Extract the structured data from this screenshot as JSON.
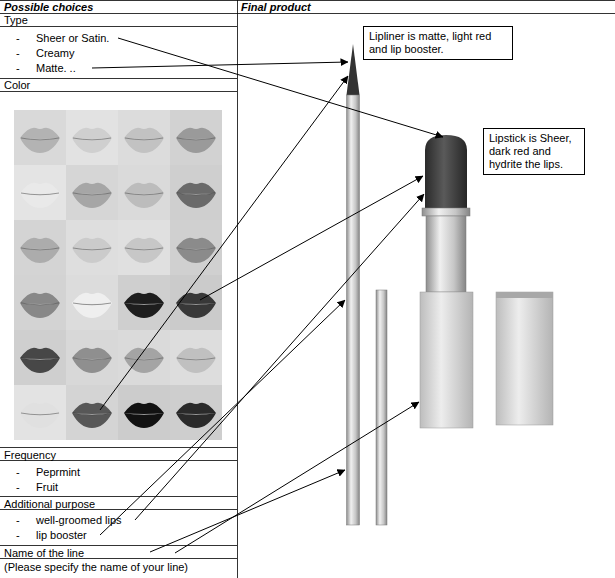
{
  "diagram": {
    "nodes": [
      {
        "text": [
          "Lipliner is matte, light red and lip booster."
        ]
      },
      {
        "text": [
          "Lipstick is Sheer, dark red and hydrite the lips."
        ]
      }
    ],
    "labels": [
      "Possible choices",
      "Final product",
      "Type",
      "-",
      "Sheer or Satin.",
      "-",
      "Creamy",
      "-",
      "Matte. ..",
      "Color",
      "Frequency",
      "-",
      "Peprmint",
      "-",
      "Fruit",
      "Additional purpose",
      "-",
      "well-groomed lips",
      "-",
      "lip booster",
      "Name of the line",
      "(Please specify the name of your line)"
    ]
  }
}
